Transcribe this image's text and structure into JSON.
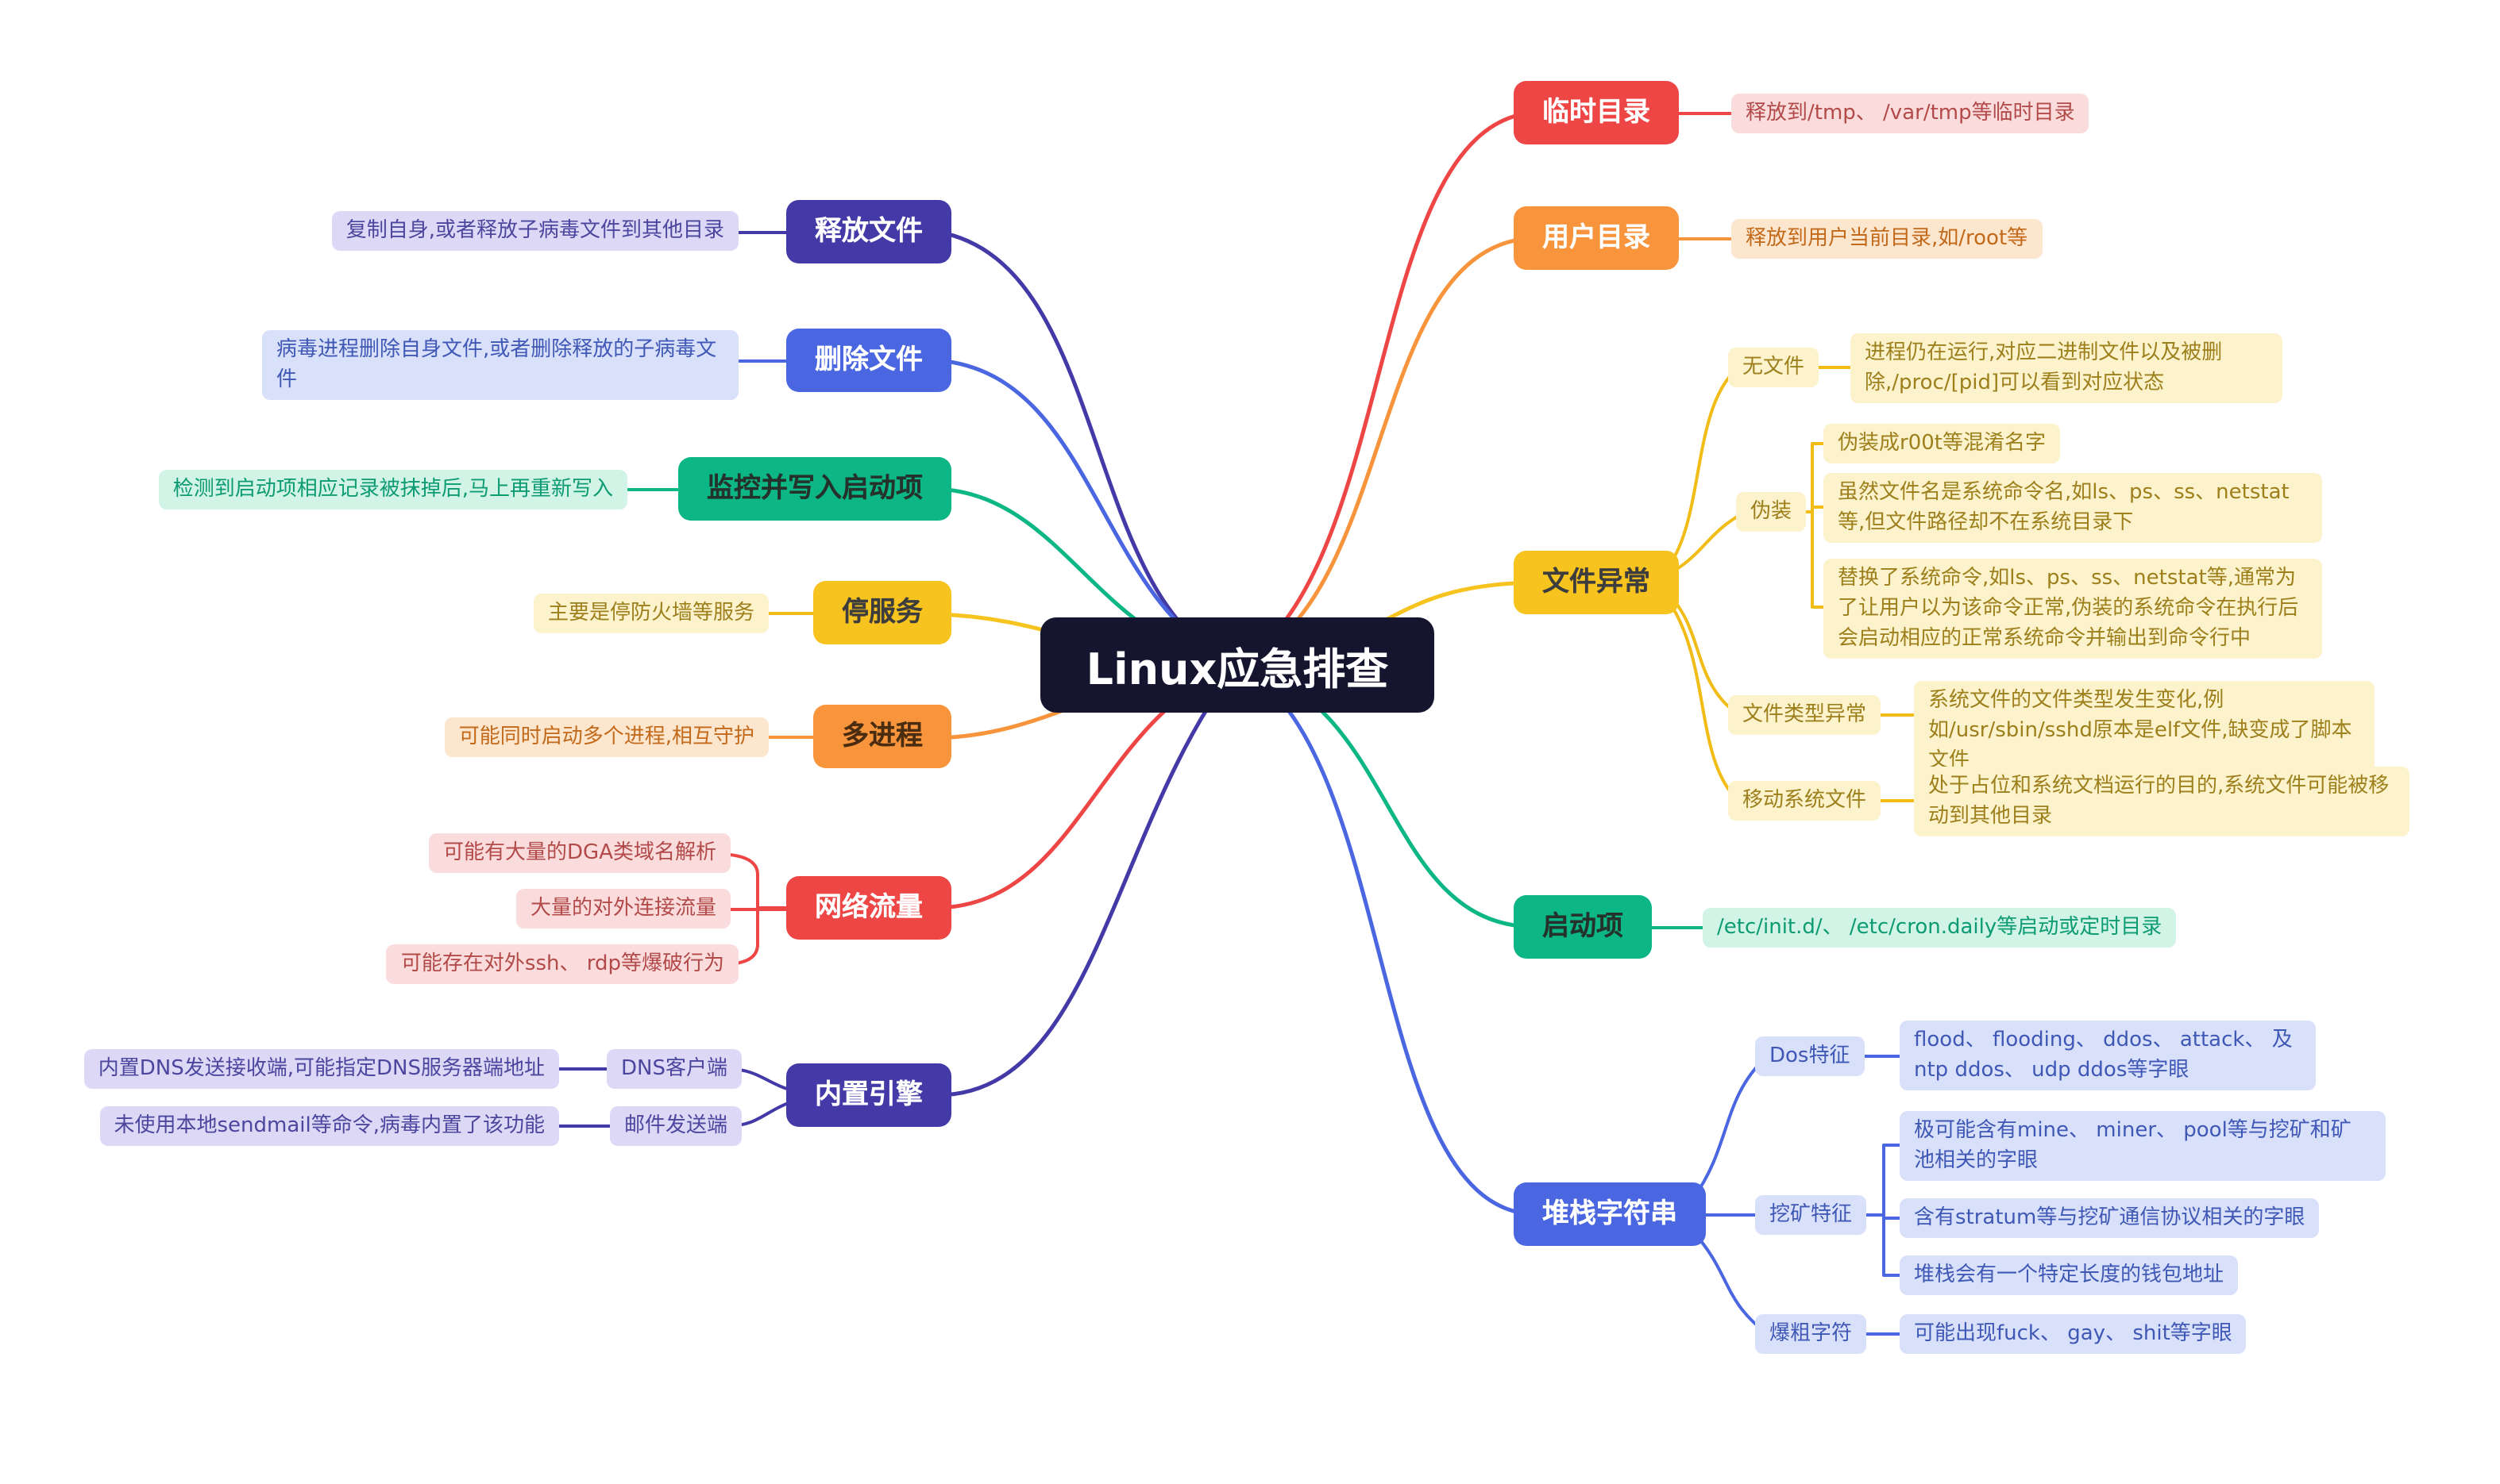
{
  "root": {
    "label": "Linux应急排查"
  },
  "left": [
    {
      "id": "release-file",
      "label": "释放文件",
      "color": "#433aa8",
      "leaves": [
        "复制自身,或者释放子病毒文件到其他目录"
      ]
    },
    {
      "id": "delete-file",
      "label": "删除文件",
      "color": "#4a66e0",
      "leaves": [
        "病毒进程删除自身文件,或者删除释放的子病毒文件"
      ]
    },
    {
      "id": "monitor-rewrite-startup",
      "label": "监控并写入启动项",
      "color": "#0cb685",
      "leaves": [
        "检测到启动项相应记录被抹掉后,马上再重新写入"
      ]
    },
    {
      "id": "stop-service",
      "label": "停服务",
      "color": "#f7c31f",
      "leaves": [
        "主要是停防火墙等服务"
      ]
    },
    {
      "id": "multi-process",
      "label": "多进程",
      "color": "#f8943c",
      "leaves": [
        "可能同时启动多个进程,相互守护"
      ]
    },
    {
      "id": "network-traffic",
      "label": "网络流量",
      "color": "#ee4545",
      "leaves": [
        "可能有大量的DGA类域名解析",
        "大量的对外连接流量",
        "可能存在对外ssh、 rdp等爆破行为"
      ]
    },
    {
      "id": "builtin-engine",
      "label": "内置引擎",
      "color": "#433aa8",
      "children": [
        {
          "label": "DNS客户端",
          "leaves": [
            "内置DNS发送接收端,可能指定DNS服务器端地址"
          ]
        },
        {
          "label": "邮件发送端",
          "leaves": [
            "未使用本地sendmail等命令,病毒内置了该功能"
          ]
        }
      ]
    }
  ],
  "right": [
    {
      "id": "temp-dir",
      "label": "临时目录",
      "color": "#ee4545",
      "leaves": [
        "释放到/tmp、 /var/tmp等临时目录"
      ]
    },
    {
      "id": "user-dir",
      "label": "用户目录",
      "color": "#f8943c",
      "leaves": [
        "释放到用户当前目录,如/root等"
      ]
    },
    {
      "id": "file-anomaly",
      "label": "文件异常",
      "color": "#f7c31f",
      "children": [
        {
          "label": "无文件",
          "leaves": [
            "进程仍在运行,对应二进制文件以及被删除,/proc/[pid]可以看到对应状态"
          ]
        },
        {
          "label": "伪装",
          "leaves": [
            "伪装成r00t等混淆名字",
            "虽然文件名是系统命令名,如ls、ps、ss、netstat等,但文件路径却不在系统目录下",
            "替换了系统命令,如ls、ps、ss、netstat等,通常为了让用户以为该命令正常,伪装的系统命令在执行后会启动相应的正常系统命令并输出到命令行中"
          ]
        },
        {
          "label": "文件类型异常",
          "leaves": [
            "系统文件的文件类型发生变化,例如/usr/sbin/sshd原本是elf文件,缺变成了脚本文件"
          ]
        },
        {
          "label": "移动系统文件",
          "leaves": [
            "处于占位和系统文档运行的目的,系统文件可能被移动到其他目录"
          ]
        }
      ]
    },
    {
      "id": "startup-items",
      "label": "启动项",
      "color": "#0cb685",
      "leaves": [
        "/etc/init.d/、 /etc/cron.daily等启动或定时目录"
      ]
    },
    {
      "id": "stack-strings",
      "label": "堆栈字符串",
      "color": "#4a66e0",
      "children": [
        {
          "label": "Dos特征",
          "leaves": [
            "flood、 flooding、 ddos、 attack、 及ntp ddos、 udp ddos等字眼"
          ]
        },
        {
          "label": "挖矿特征",
          "leaves": [
            "极可能含有mine、 miner、 pool等与挖矿和矿池相关的字眼",
            "含有stratum等与挖矿通信协议相关的字眼",
            "堆栈会有一个特定长度的钱包地址"
          ]
        },
        {
          "label": "爆粗字符",
          "leaves": [
            "可能出现fuck、 gay、 shit等字眼"
          ]
        }
      ]
    }
  ],
  "palette": {
    "canvas_background": "#ffffff",
    "root_background": "#16152f",
    "root_text": "#ffffff",
    "indigo": "#433aa8",
    "indigo_light": "#dcd8f6",
    "indigo_text": "#4c469e",
    "blue": "#4a66e0",
    "blue_light": "#d9e0fa",
    "blue_text": "#3f58b5",
    "green": "#0cb685",
    "green_light": "#d2f4e7",
    "green_text": "#0c9b72",
    "yellow": "#f7c31f",
    "yellow_light": "#fcf3cc",
    "yellow_text": "#9d7f1c",
    "orange": "#f8943c",
    "orange_light": "#fde6ce",
    "orange_text": "#c2691a",
    "red": "#ee4545",
    "red_light": "#fadcdc",
    "red_text": "#b34a4a"
  }
}
